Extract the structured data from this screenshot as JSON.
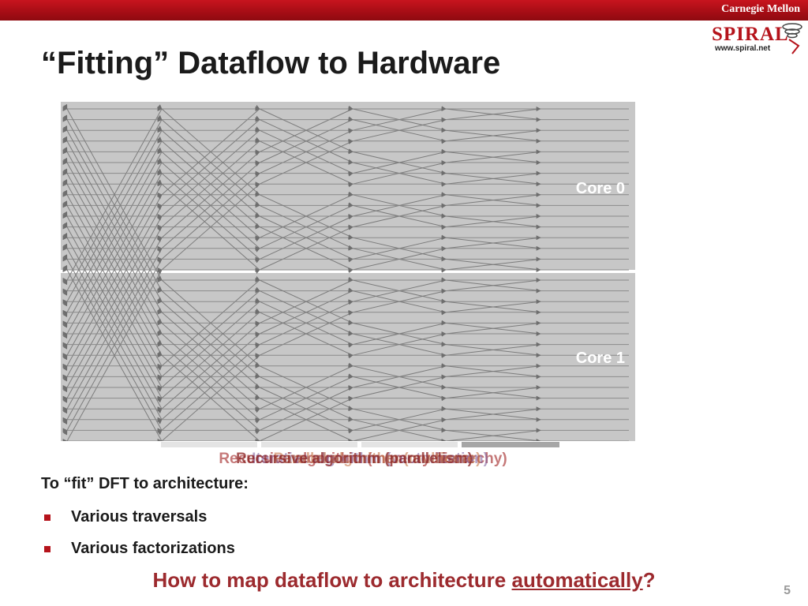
{
  "header": {
    "organization": "Carnegie Mellon",
    "logo_word": "SPIRAL",
    "logo_url": "www.spiral.net"
  },
  "slide": {
    "title": "“Fitting” Dataflow to Hardware",
    "diagram": {
      "core_labels": [
        "Core 0",
        "Core 1"
      ]
    },
    "overlay_captions": [
      "Recursive algorithm (memory hierarchy)",
      "Iterative algorithm (vectorization)",
      "Parallel algorithm (multicore)",
      "Recursive algorithm (parallelism)"
    ],
    "intro": "To “fit” DFT to architecture:",
    "bullets": [
      "Various traversals",
      "Various factorizations"
    ],
    "question_text": "How to map dataflow to architecture ",
    "question_emphasis": "automatically",
    "question_end": "?",
    "page_number": "5"
  },
  "colors": {
    "accent": "#b5131b",
    "question": "#9c2a2e",
    "panel": "#c7c7c7",
    "wire": "#7c7c7c"
  }
}
